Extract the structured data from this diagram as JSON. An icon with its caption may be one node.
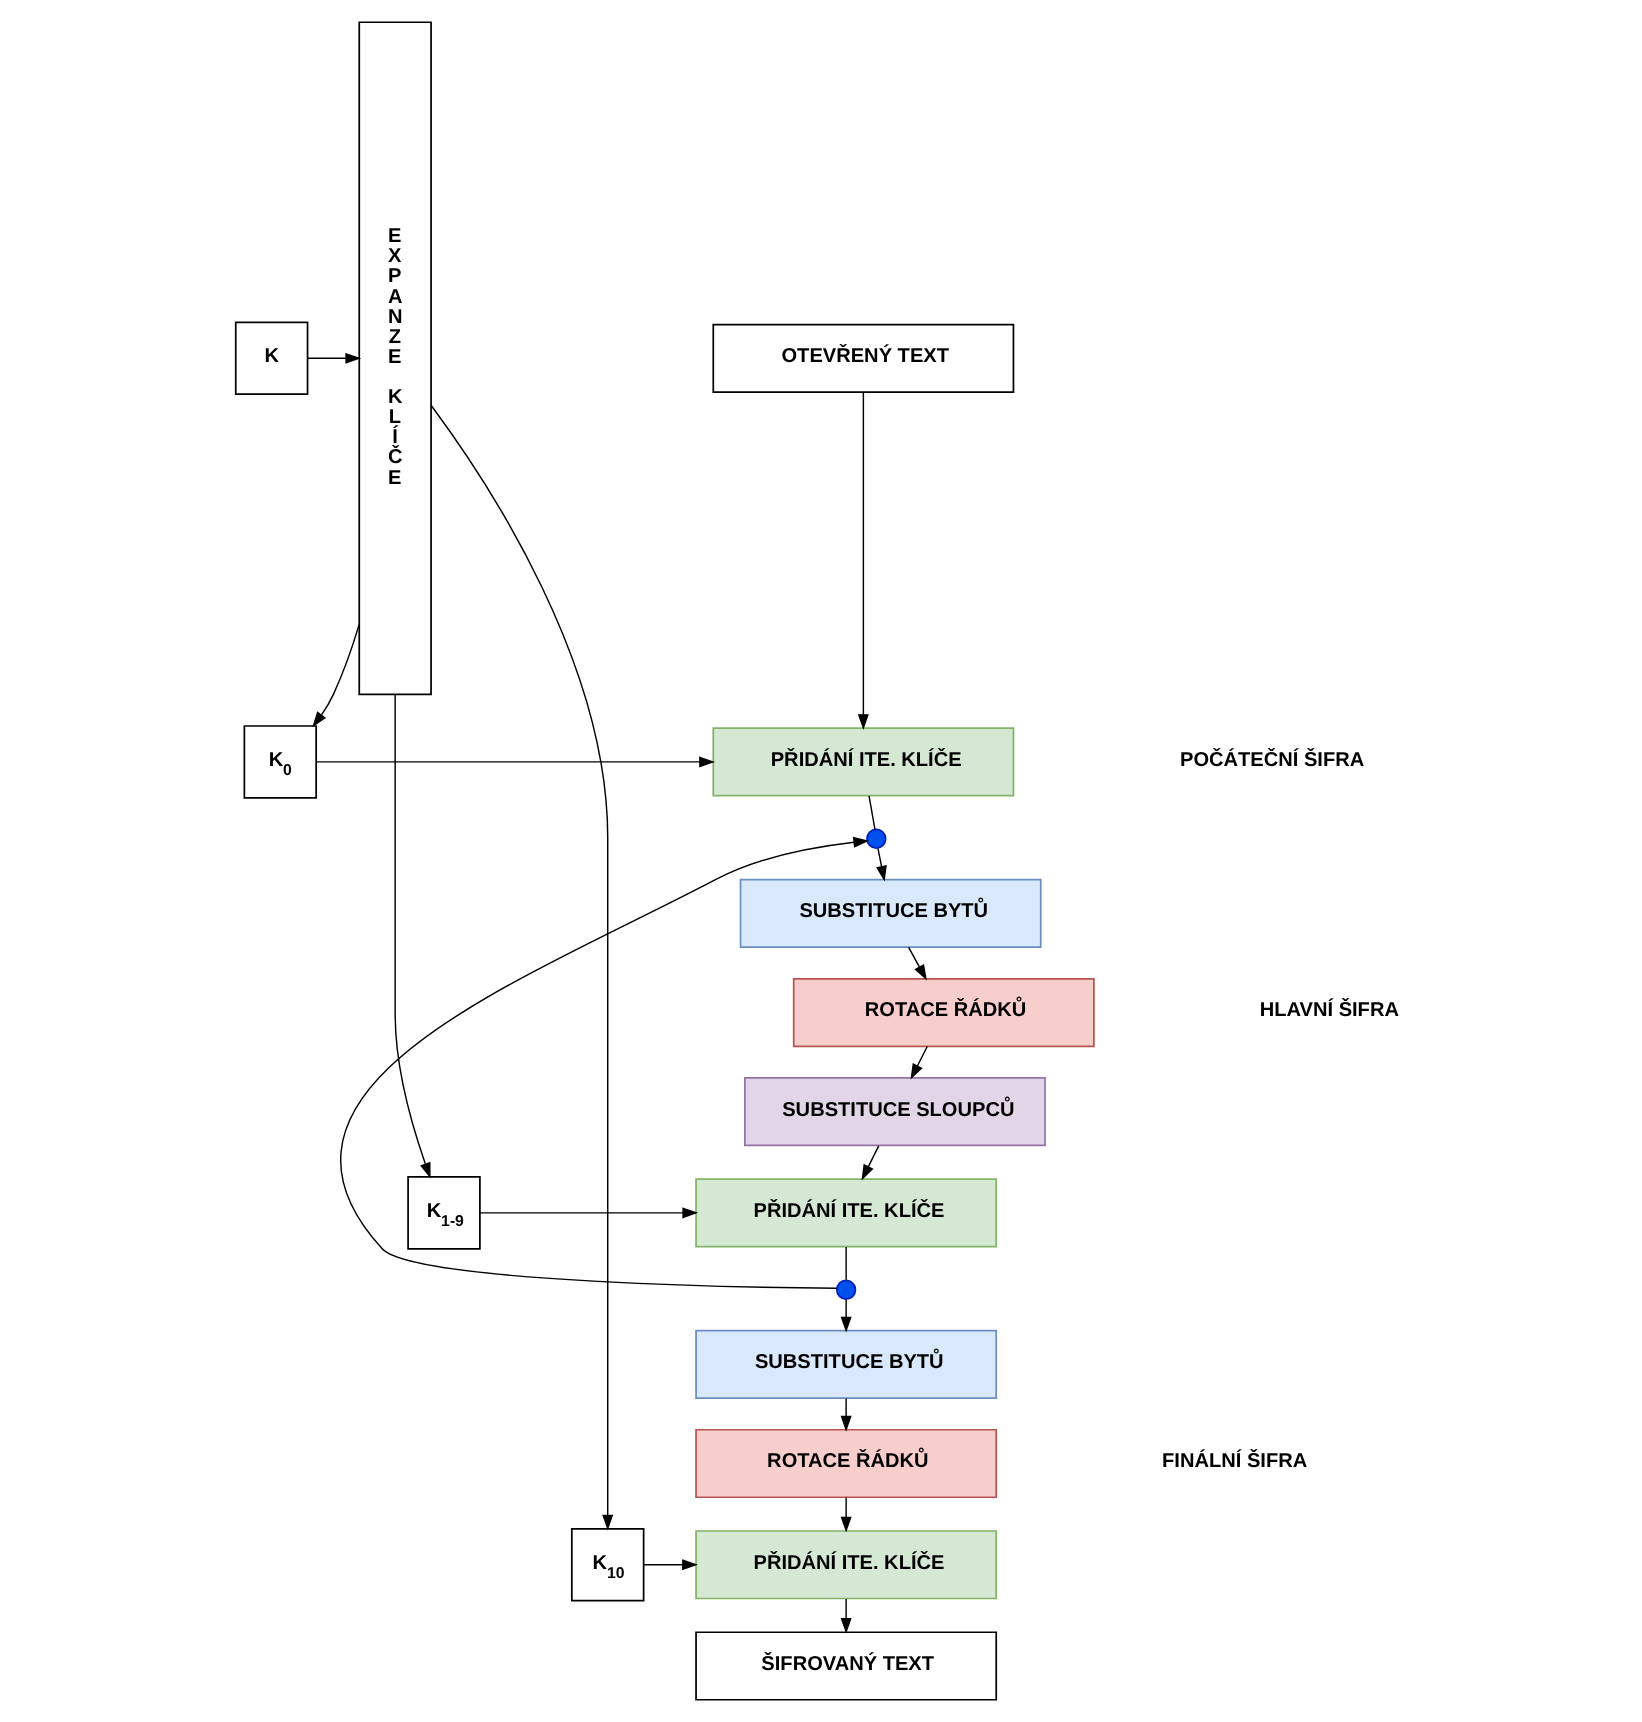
{
  "diagram": {
    "nodes": [
      {
        "text": [
          "OTEVŘENÝ TEXT"
        ]
      },
      {
        "text": [
          "EXPANZE KLÍČE"
        ]
      },
      {
        "text": [
          "K$_{0}$"
        ]
      },
      {
        "text": [
          "PŘIDÁNÍ ITE. KLÍČE"
        ]
      },
      {
        "text": [],
        "shape": "circle"
      },
      {
        "text": [
          "SUBSTITUCE BYTŮ"
        ]
      },
      {
        "text": [
          "ROTACE ŘÁDKŮ"
        ]
      },
      {
        "text": [
          "K"
        ]
      },
      {
        "text": [
          "SUBSTITUCE SLOUPCŮ"
        ]
      },
      {
        "text": [
          "K$_{1-9}$"
        ]
      },
      {
        "text": [
          "PŘIDÁNÍ ITE. KLÍČE"
        ]
      },
      {
        "text": [],
        "shape": "circle"
      },
      {
        "text": [
          "SUBSTITUCE BYTŮ"
        ]
      },
      {
        "text": [
          "ROTACE ŘÁDKŮ"
        ]
      },
      {
        "text": [
          "K$_{10}$"
        ]
      },
      {
        "text": [
          "PŘIDÁNÍ ITE. KLÍČE"
        ]
      },
      {
        "text": [
          "ŠIFROVANÝ TEXT"
        ]
      }
    ],
    "edges": [
      {
        "from": 0,
        "to": 3,
        "arrow": "to"
      },
      {
        "from": 1,
        "to": 2,
        "arrow": "to"
      },
      {
        "from": 2,
        "to": 3,
        "arrow": "to"
      },
      {
        "from": 3,
        "to": 4,
        "arrow": "none"
      },
      {
        "from": 4,
        "to": 5,
        "arrow": "to"
      },
      {
        "from": 5,
        "to": 6,
        "arrow": "to"
      },
      {
        "from": 6,
        "to": 8,
        "arrow": "to"
      },
      {
        "from": 8,
        "to": 10,
        "arrow": "to"
      },
      {
        "from": 10,
        "to": 11,
        "arrow": "none"
      },
      {
        "from": 11,
        "to": 4,
        "arrow": "to"
      },
      {
        "from": 11,
        "to": 12,
        "arrow": "to"
      },
      {
        "from": 12,
        "to": 13,
        "arrow": "to"
      },
      {
        "from": 13,
        "to": 15,
        "arrow": "to"
      },
      {
        "from": 15,
        "to": 16,
        "arrow": "to"
      },
      {
        "from": 7,
        "to": 1,
        "arrow": "to"
      },
      {
        "from": 1,
        "to": 9,
        "arrow": "to"
      },
      {
        "from": 9,
        "to": 10,
        "arrow": "to"
      },
      {
        "from": 1,
        "to": 14,
        "arrow": "to"
      },
      {
        "from": 14,
        "to": 15,
        "arrow": "to"
      }
    ],
    "labels": [
      "POČÁTEČNÍ ŠIFRA",
      "HLAVNÍ ŠIFRA",
      "FINÁLNÍ ŠIFRA"
    ]
  }
}
